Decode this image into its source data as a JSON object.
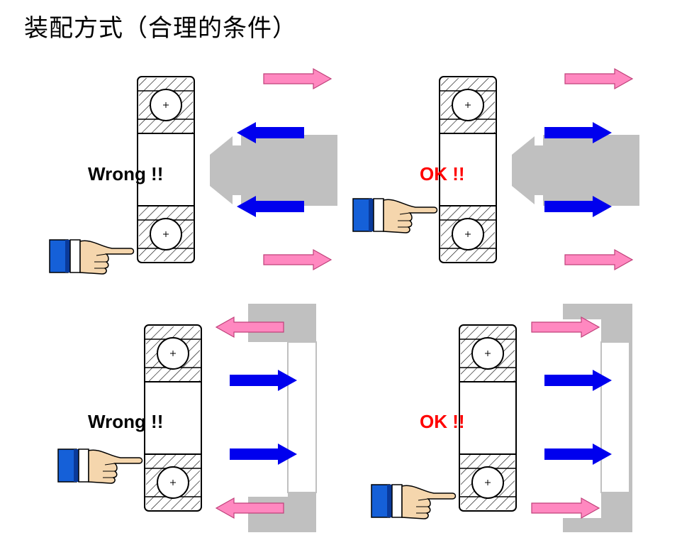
{
  "title": "装配方式（合理的条件）",
  "panels": [
    {
      "id": "top-left",
      "label": "Wrong !!",
      "verdict": "wrong"
    },
    {
      "id": "top-right",
      "label": "OK !!",
      "verdict": "ok"
    },
    {
      "id": "bottom-left",
      "label": "Wrong !!",
      "verdict": "wrong"
    },
    {
      "id": "bottom-right",
      "label": "OK !!",
      "verdict": "ok"
    }
  ],
  "colors": {
    "wrong_label": "#000000",
    "ok_label": "#ff0000",
    "force_arrow": "#0000ee",
    "reaction_arrow": "#ff88c0",
    "housing": "#c0c0c0",
    "pointer_cuff": "#1560d8",
    "pointer_skin": "#f5d6ad"
  },
  "icons": [
    "pointing-hand-icon",
    "bearing-icon",
    "arrow-icon"
  ]
}
